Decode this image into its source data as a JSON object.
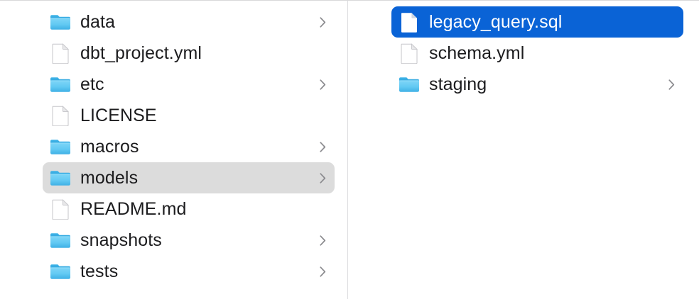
{
  "window": {
    "title": "Finder Column View",
    "view_mode": "column"
  },
  "colors": {
    "selection_active_bg": "#0a63d6",
    "selection_active_text": "#ffffff",
    "selection_inactive_bg": "#dcdcdc",
    "text": "#1c1c1e",
    "folder_icon": "#5ac8f5",
    "folder_icon_dark": "#2ca8e0",
    "file_icon": "#ffffff",
    "file_icon_border": "#c8c8cc",
    "chevron": "#8e8e93",
    "divider": "#dcdcde",
    "background": "#ffffff"
  },
  "columns": [
    {
      "name": "parent-column",
      "items": [
        {
          "label": "data",
          "kind": "folder",
          "has_chevron": true,
          "selected": false,
          "selection_style": "none"
        },
        {
          "label": "dbt_project.yml",
          "kind": "file",
          "has_chevron": false,
          "selected": false,
          "selection_style": "none"
        },
        {
          "label": "etc",
          "kind": "folder",
          "has_chevron": true,
          "selected": false,
          "selection_style": "none"
        },
        {
          "label": "LICENSE",
          "kind": "file",
          "has_chevron": false,
          "selected": false,
          "selection_style": "none"
        },
        {
          "label": "macros",
          "kind": "folder",
          "has_chevron": true,
          "selected": false,
          "selection_style": "none"
        },
        {
          "label": "models",
          "kind": "folder",
          "has_chevron": true,
          "selected": true,
          "selection_style": "inactive"
        },
        {
          "label": "README.md",
          "kind": "file",
          "has_chevron": false,
          "selected": false,
          "selection_style": "none"
        },
        {
          "label": "snapshots",
          "kind": "folder",
          "has_chevron": true,
          "selected": false,
          "selection_style": "none"
        },
        {
          "label": "tests",
          "kind": "folder",
          "has_chevron": true,
          "selected": false,
          "selection_style": "none"
        }
      ]
    },
    {
      "name": "child-column",
      "items": [
        {
          "label": "legacy_query.sql",
          "kind": "file",
          "has_chevron": false,
          "selected": true,
          "selection_style": "active"
        },
        {
          "label": "schema.yml",
          "kind": "file",
          "has_chevron": false,
          "selected": false,
          "selection_style": "none"
        },
        {
          "label": "staging",
          "kind": "folder",
          "has_chevron": true,
          "selected": false,
          "selection_style": "none"
        }
      ]
    }
  ],
  "icons": {
    "folder": "folder-icon",
    "file": "file-icon",
    "disclosure": "chevron-right-icon"
  }
}
